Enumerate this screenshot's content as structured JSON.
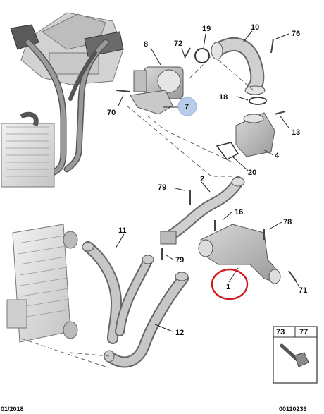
{
  "callouts": {
    "c1": "1",
    "c2": "2",
    "c4": "4",
    "c7": "7",
    "c8": "8",
    "c10": "10",
    "c11": "11",
    "c12": "12",
    "c13": "13",
    "c16": "16",
    "c18": "18",
    "c19": "19",
    "c20": "20",
    "c70": "70",
    "c71": "71",
    "c72": "72",
    "c76": "76",
    "c78": "78",
    "c79a": "79",
    "c79b": "79"
  },
  "legend_box": {
    "left_code": "73",
    "right_code": "77"
  },
  "footer": {
    "date": "01/2018",
    "ref": "00110236"
  },
  "highlight_colors": {
    "marker_circle": "#b9cdea",
    "annotation_circle": "#d21c1c"
  }
}
